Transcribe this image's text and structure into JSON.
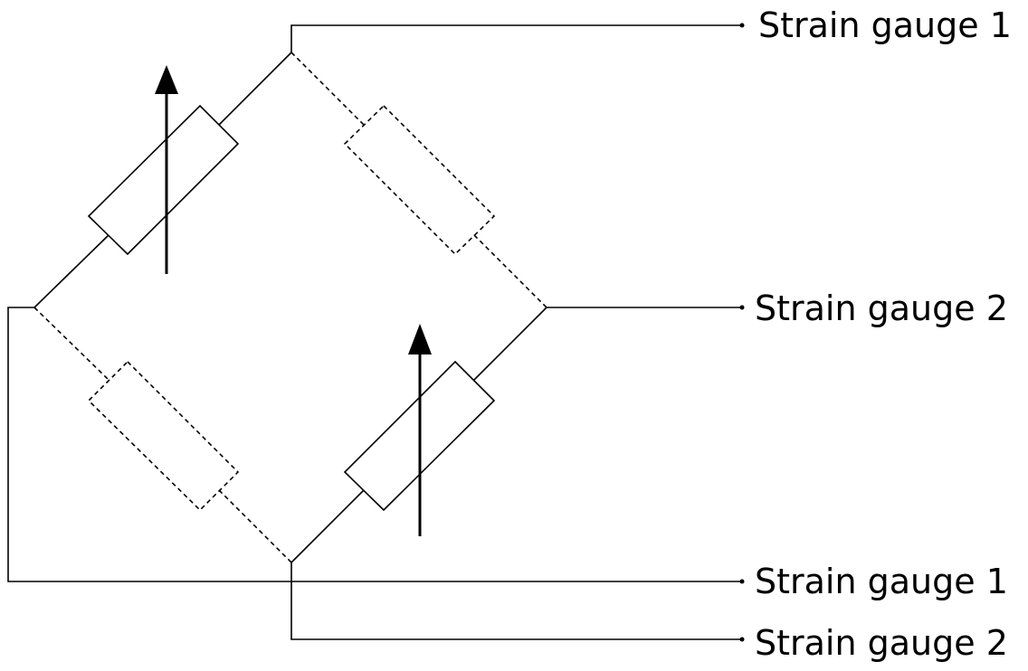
{
  "labels": {
    "top_right": "Strain gauge 1",
    "middle_right": "Strain gauge 2",
    "lower_right": "Strain gauge 1",
    "bottom_right": "Strain gauge 2"
  }
}
